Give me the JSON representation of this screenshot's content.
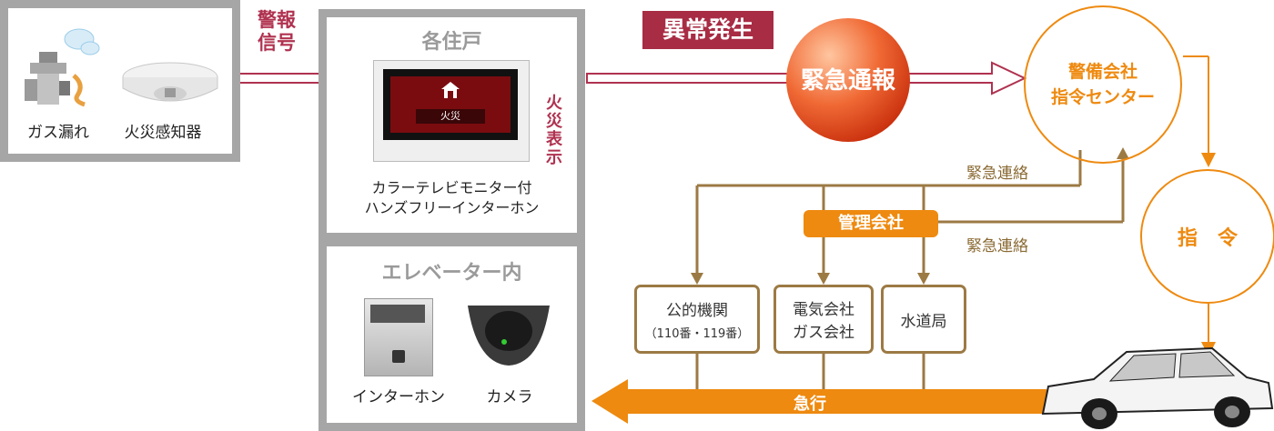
{
  "sensors": {
    "gas_leak": "ガス漏れ",
    "fire_detector": "火災感知器"
  },
  "alarm_signal": [
    "警報",
    "信号"
  ],
  "dwelling": {
    "title": "各住戸",
    "screen_label": "火災",
    "fire_display": "火災表示",
    "monitor_desc": [
      "カラーテレビモニター付",
      "ハンズフリーインターホン"
    ]
  },
  "elevator": {
    "title": "エレベーター内",
    "intercom": "インターホン",
    "camera": "カメラ"
  },
  "anomaly_badge": "異常発生",
  "emergency_report": "緊急通報",
  "security_center": [
    "警備会社",
    "指令センター"
  ],
  "command": "指　令",
  "emergency_contact_1": "緊急連絡",
  "emergency_contact_2": "緊急連絡",
  "management_company": "管理会社",
  "public_agencies": [
    "公的機関",
    "（110番・119番）"
  ],
  "utilities": [
    "電気会社",
    "ガス会社"
  ],
  "water_bureau": "水道局",
  "rush": "急行",
  "colors": {
    "maroon": "#b03250",
    "orange": "#ee8a10",
    "ochre": "#9c7a44",
    "gray": "#a6a6a6"
  }
}
